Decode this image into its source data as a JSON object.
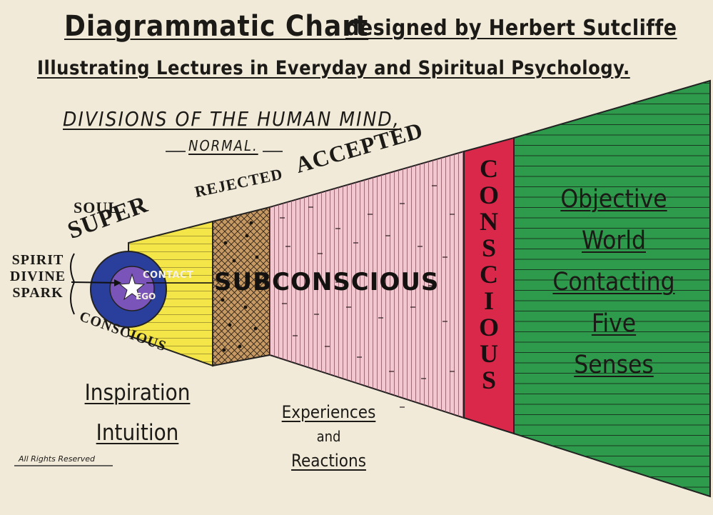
{
  "header": {
    "title": "Diagrammatic Chart",
    "designed_by": "designed by Herbert Sutcliffe",
    "subtitle": "Illustrating Lectures in Everyday and Spiritual Psychology.",
    "heading": "DIVISIONS OF THE HUMAN MIND,",
    "subheading": "NORMAL."
  },
  "left_labels": {
    "soul": "SOUL",
    "super": "SUPER",
    "conscious": "CONSCIOUS",
    "spirit": "SPIRIT",
    "divine": "DIVINE",
    "spark": "SPARK"
  },
  "core": {
    "contact": "CONTACT",
    "ego": "EGO"
  },
  "zone_labels": {
    "rejected": "REJECTED",
    "accepted": "ACCEPTED",
    "subconscious": "SUBCONSCIOUS",
    "conscious_letters": [
      "C",
      "O",
      "N",
      "S",
      "C",
      "I",
      "O",
      "U",
      "S"
    ]
  },
  "objective_world": {
    "lines": [
      "Objective",
      "World",
      "Contacting",
      "Five",
      "Senses"
    ]
  },
  "bottom_notes": {
    "inspiration": "Inspiration",
    "intuition": "Intuition",
    "experiences": "Experiences",
    "and": "and",
    "reactions": "Reactions",
    "rights": "All Rights Reserved"
  },
  "colors": {
    "paper": "#f1ead8",
    "blue_circle": "#2a3f9c",
    "purple_core": "#7a54b8",
    "yellow": "#f4e548",
    "brown": "#c79a63",
    "pink": "#f2c7cf",
    "red": "#d9284a",
    "green": "#2e9a4c"
  }
}
